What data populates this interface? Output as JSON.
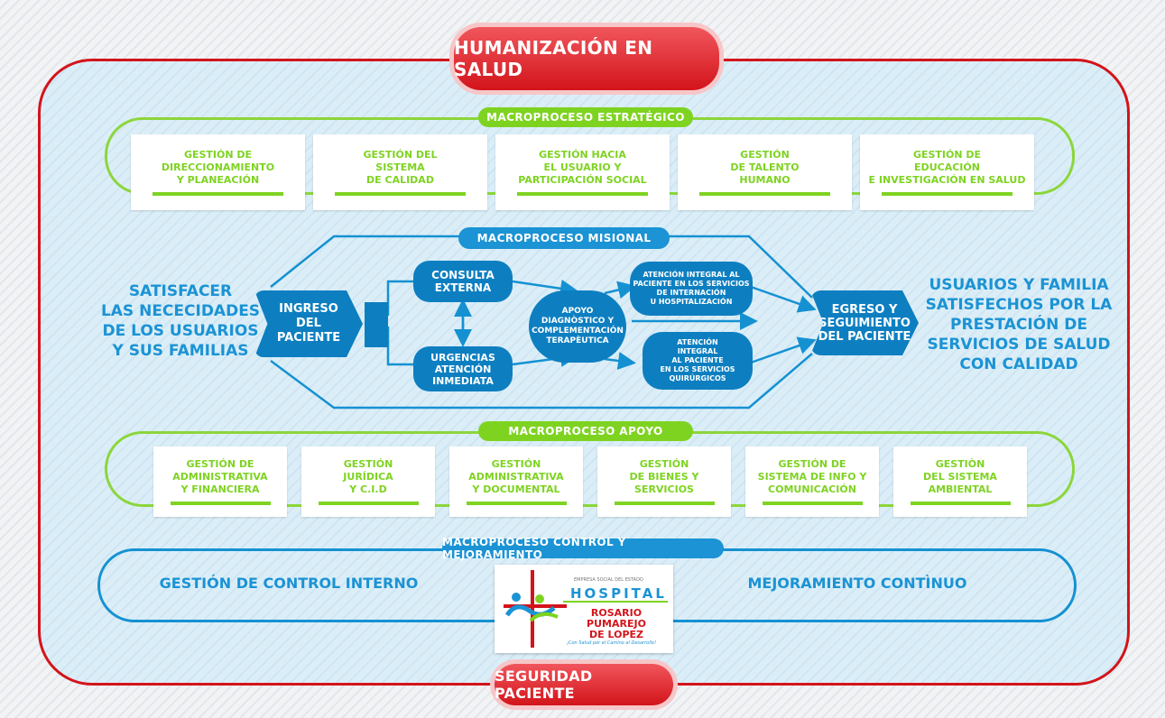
{
  "title_top": "HUMANIZACIÓN EN SALUD",
  "title_bottom": "SEGURIDAD PACIENTE",
  "colors": {
    "red": "#d3141b",
    "green": "#7ed321",
    "blue": "#1b93d4",
    "dark_blue": "#0d7fc1"
  },
  "estrategico": {
    "label": "MACROPROCESO ESTRATÉGICO",
    "cards": [
      "GESTIÓN DE\nDIRECCIONAMIENTO\nY PLANEACIÓN",
      "GESTIÓN DEL\nSISTEMA\nDE CALIDAD",
      "GESTIÓN HACIA\nEL USUARIO Y\nPARTICIPACIÓN SOCIAL",
      "GESTIÓN\nDE TALENTO\nHUMANO",
      "GESTIÓN DE\nEDUCACIÓN\nE INVESTIGACIÓN EN SALUD"
    ]
  },
  "misional": {
    "label": "MACROPROCESO MISIONAL",
    "left_text": "SATISFACER\nLAS NECECIDADES\nDE LOS USUARIOS\nY SUS FAMILIAS",
    "right_text": "USUARIOS Y FAMILIA\nSATISFECHOS POR LA\nPRESTACIÓN DE\nSERVICIOS DE SALUD\nCON CALIDAD",
    "ingreso": "INGRESO\nDEL\nPACIENTE",
    "consulta": "CONSULTA\nEXTERNA",
    "urgencias": "URGENCIAS\nATENCIÓN\nINMEDIATA",
    "apoyo": "APOYO\nDIAGNÒSTICO Y\nCOMPLEMENTACIÓN\nTERAPÈUTICA",
    "atencion_internacion": "ATENCIÓN INTEGRAL AL\nPACIENTE EN LOS SERVICIOS\nDE INTERNACIÓN\nU HOSPITALIZACIÓN",
    "atencion_quirurgicos": "ATENCIÓN\nINTEGRAL\nAL PACIENTE\nEN LOS SERVICIOS\nQUIRÚRGICOS",
    "egreso": "EGRESO Y\nSEGUIMIENTO\nDEL PACIENTE"
  },
  "apoyo": {
    "label": "MACROPROCESO APOYO",
    "cards": [
      "GESTIÓN DE\nADMINISTRATIVA\nY FINANCIERA",
      "GESTIÓN\nJURÍDICA\nY C.I.D",
      "GESTIÓN\nADMINISTRATIVA\nY DOCUMENTAL",
      "GESTIÓN\nDE BIENES Y\nSERVICIOS",
      "GESTIÓN DE\nSISTEMA DE INFO Y\nCOMUNICACIÓN",
      "GESTIÒN\nDEL SISTEMA\nAMBIENTAL"
    ]
  },
  "control": {
    "label": "MACROPROCESO CONTROL Y MEJORAMIENTO",
    "left": "GESTIÓN DE CONTROL INTERNO",
    "right": "MEJORAMIENTO CONTÌNUO"
  },
  "logo": {
    "small": "EMPRESA SOCIAL DEL ESTADO",
    "hospital": "HOSPITAL",
    "name": "ROSARIO PUMAREJO\nDE LOPEZ",
    "slogan": "¡Con Salud por el Camino al Desarrollo!"
  }
}
